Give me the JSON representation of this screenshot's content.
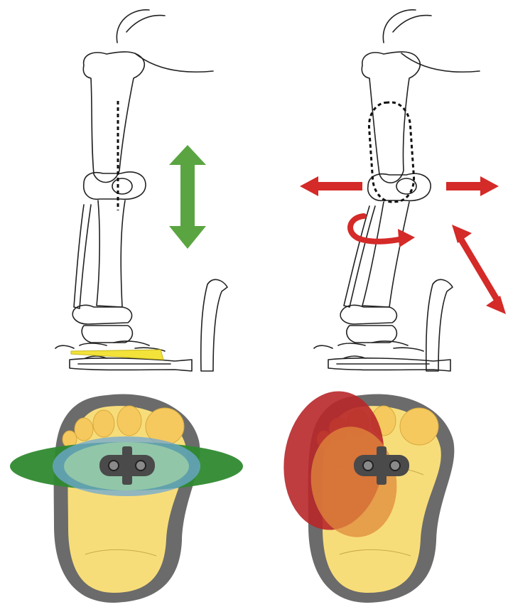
{
  "figure": {
    "panels": [
      {
        "id": "leg-left",
        "depicts": "leg-bones-with-wedge-insert"
      },
      {
        "id": "leg-right",
        "depicts": "leg-bones-with-lateral-instability"
      },
      {
        "id": "sole-left",
        "depicts": "insole-green-support-zone"
      },
      {
        "id": "sole-right",
        "depicts": "insole-red-pressure-zone"
      }
    ],
    "colors": {
      "bone_outline": "#222222",
      "stable_arrow": "#5aa542",
      "unstable_arrow": "#d42a28",
      "wedge": "#f2e23a",
      "insole_outer": "#6b6b6b",
      "foot_fill": "#f7dd7a",
      "toe_fill": "#f5c95e",
      "cleat": "#4a4a4a",
      "green_zone": "#2f8a2f",
      "blue_zone": "#6fa8d6",
      "red_zone": "#b8272a",
      "orange_zone": "#e08a3c"
    },
    "icons": [
      "vertical-double-arrow-icon",
      "horizontal-double-arrow-icon",
      "rotation-arrow-icon",
      "diagonal-double-arrow-icon",
      "cleat-icon"
    ]
  }
}
